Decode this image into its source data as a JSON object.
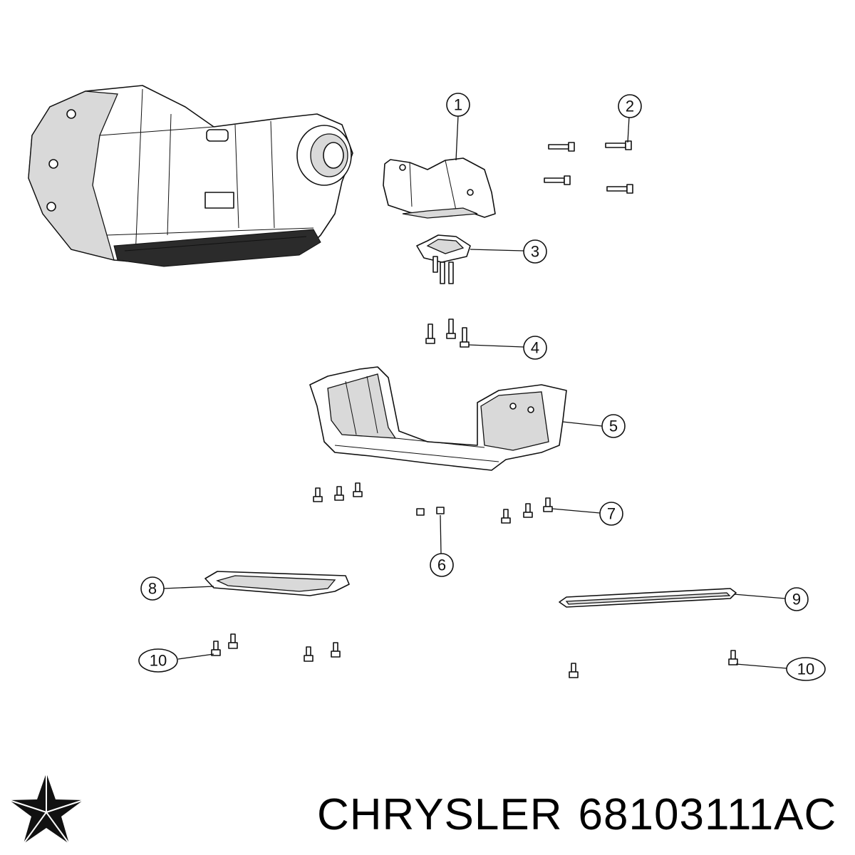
{
  "callouts": {
    "c1": "1",
    "c2": "2",
    "c3": "3",
    "c4": "4",
    "c5": "5",
    "c6": "6",
    "c7": "7",
    "c8": "8",
    "c9": "9",
    "c10a": "10",
    "c10b": "10"
  },
  "caption": {
    "brand": "CHRYSLER",
    "part_number": "68103111AC"
  },
  "logo": {
    "name": "chrysler-pentastar-logo",
    "color": "#111111"
  }
}
